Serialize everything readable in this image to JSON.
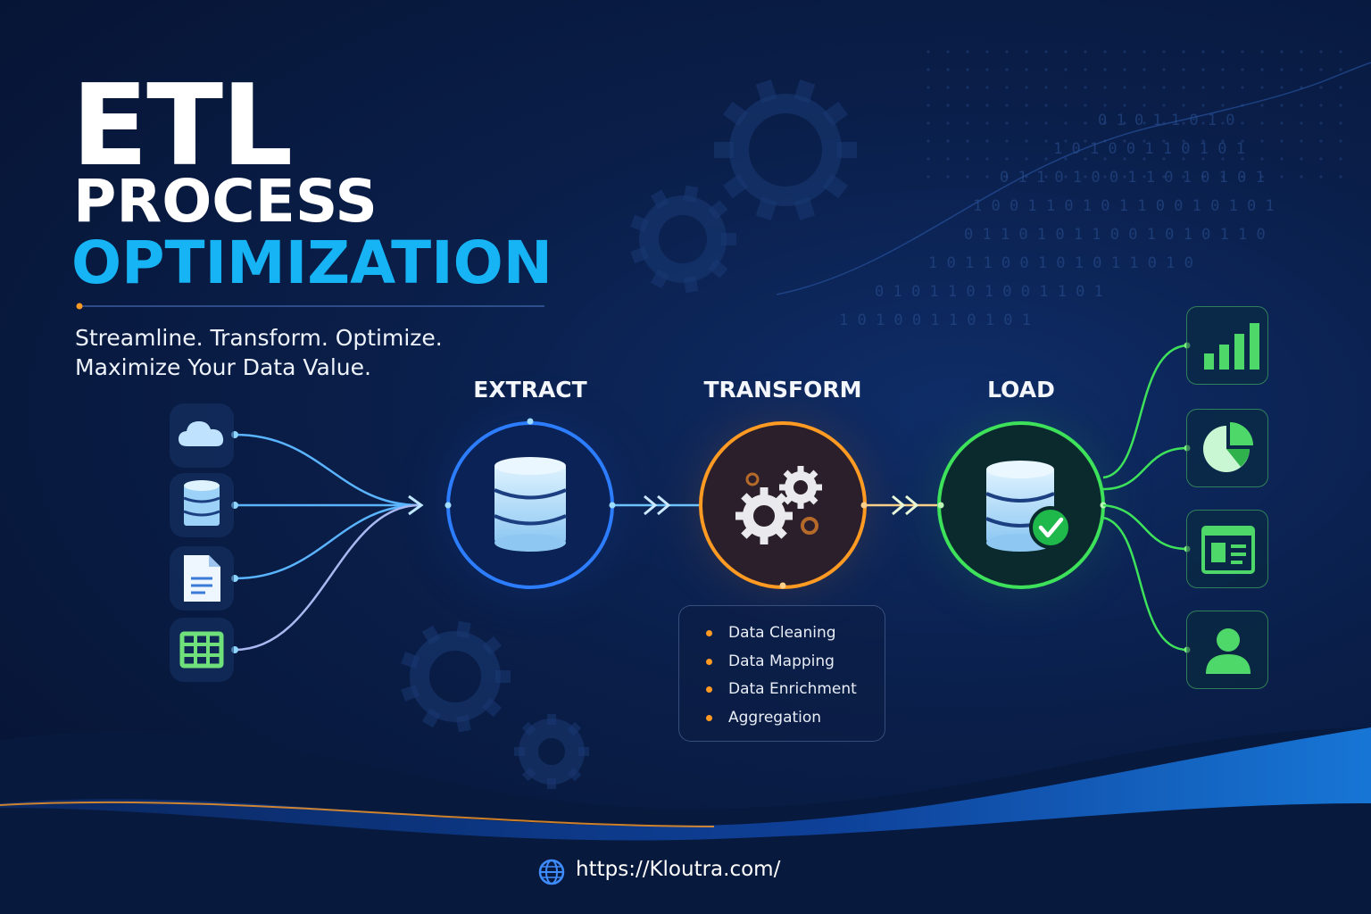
{
  "title": {
    "line1": "ETL",
    "line2": "PROCESS",
    "line3": "OPTIMIZATION"
  },
  "subtitle": {
    "line1": "Streamline. Transform. Optimize.",
    "line2": "Maximize Your Data Value."
  },
  "stages": {
    "extract": "EXTRACT",
    "transform": "TRANSFORM",
    "load": "LOAD"
  },
  "transform_steps": [
    "Data Cleaning",
    "Data Mapping",
    "Data Enrichment",
    "Aggregation"
  ],
  "sources": [
    "cloud-icon",
    "database-icon",
    "document-icon",
    "spreadsheet-icon"
  ],
  "outputs": [
    "bar-chart-icon",
    "pie-chart-icon",
    "report-icon",
    "user-icon"
  ],
  "background_code": [
    "0 1 0 1 1 0 1 0",
    "1 0 1 0 0 1 1 0 1 0 1",
    "0 1 1 0 1 0 0 1 1 0 1 0 1 0 1",
    "1 0 0 1 1 0 1 0 1 1 0 0 1 0 1 0 1",
    "0 1 1 0 1 0 1 1 0 0 1 0 1 0 1 1 0",
    "1 0 1 1 0 0 1 0 1 0 1 1 0 1 0",
    "0 1 0 1 1 0 1 0 0 1 1 0 1",
    "1 0 1 0 0 1 1 0 1 0 1"
  ],
  "footer": {
    "url": "https://Kloutra.com/"
  },
  "colors": {
    "background": "#0a1f4b",
    "accent_blue": "#17b4f5",
    "extract": "#1f7dff",
    "transform": "#ff9a22",
    "load": "#3ee25a",
    "text": "#ffffff"
  }
}
